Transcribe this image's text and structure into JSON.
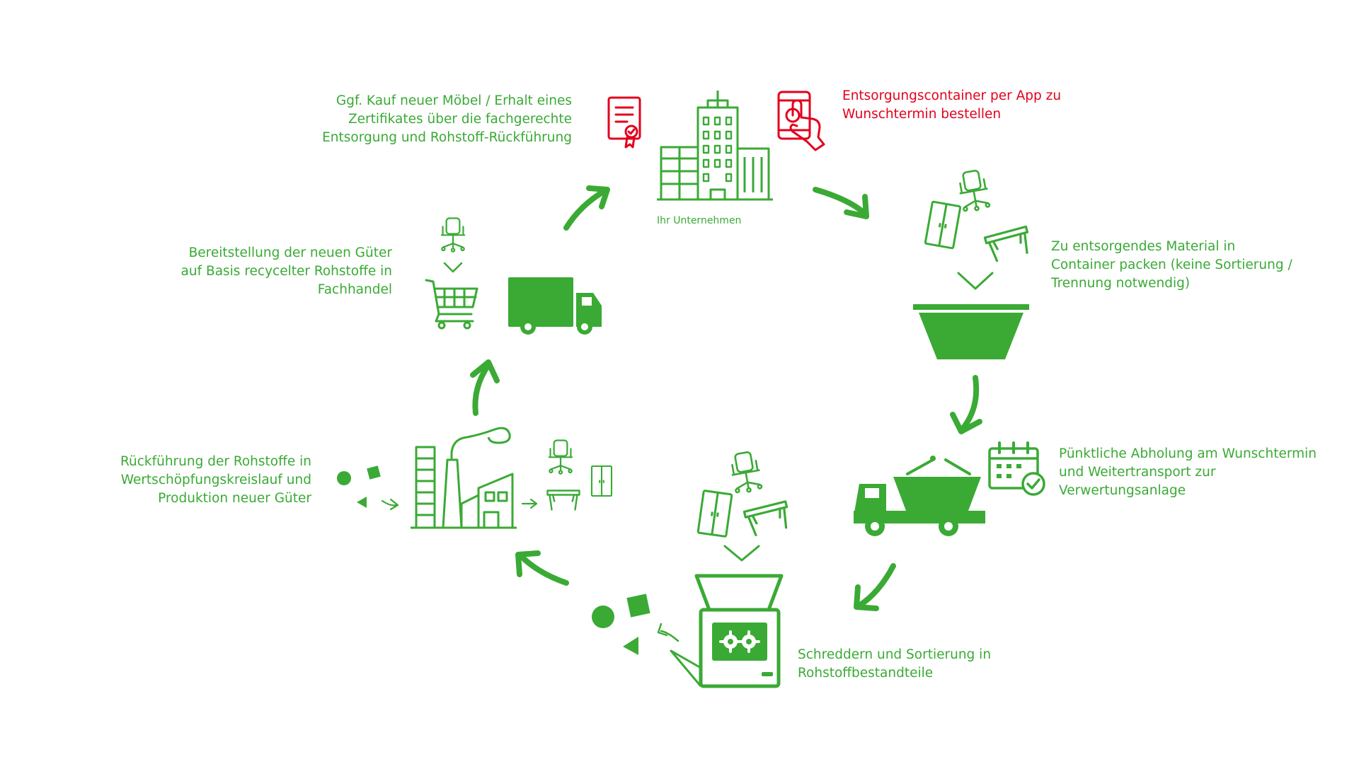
{
  "colors": {
    "green": "#3aaa35",
    "red": "#e3001b",
    "background": "#ffffff"
  },
  "company_label": "Ihr Unternehmen",
  "steps": {
    "order": {
      "lines": [
        "Entsorgungscontainer per App zu",
        "Wunschtermin bestellen"
      ],
      "icon": "smartphone-tap-icon"
    },
    "pack": {
      "lines": [
        "Zu entsorgendes Material in",
        "Container packen (keine Sortierung /",
        "Trennung notwendig)"
      ],
      "icon": "skip-container-icon"
    },
    "pickup": {
      "lines": [
        "Pünktliche Abholung am Wunschtermin",
        "und Weitertransport zur",
        "Verwertungsanlage"
      ],
      "icon": "calendar-check-icon"
    },
    "shred": {
      "lines": [
        "Schreddern und Sortierung in",
        "Rohstoffbestandteile"
      ],
      "icon": "shredder-icon"
    },
    "recycle": {
      "lines": [
        "Rückführung der Rohstoffe in",
        "Wertschöpfungskreislauf und",
        "Produktion neuer Güter"
      ],
      "icon": "factory-icon"
    },
    "provide": {
      "lines": [
        "Bereitstellung der neuen Güter",
        "auf Basis recycelter Rohstoffe in",
        "Fachhandel"
      ],
      "icon": "shopping-cart-icon"
    },
    "certificate": {
      "lines": [
        "Ggf. Kauf neuer Möbel / Erhalt eines",
        "Zertifikates über die fachgerechte",
        "Entsorgung und Rohstoff-Rückführung"
      ],
      "icon": "certificate-icon"
    }
  }
}
